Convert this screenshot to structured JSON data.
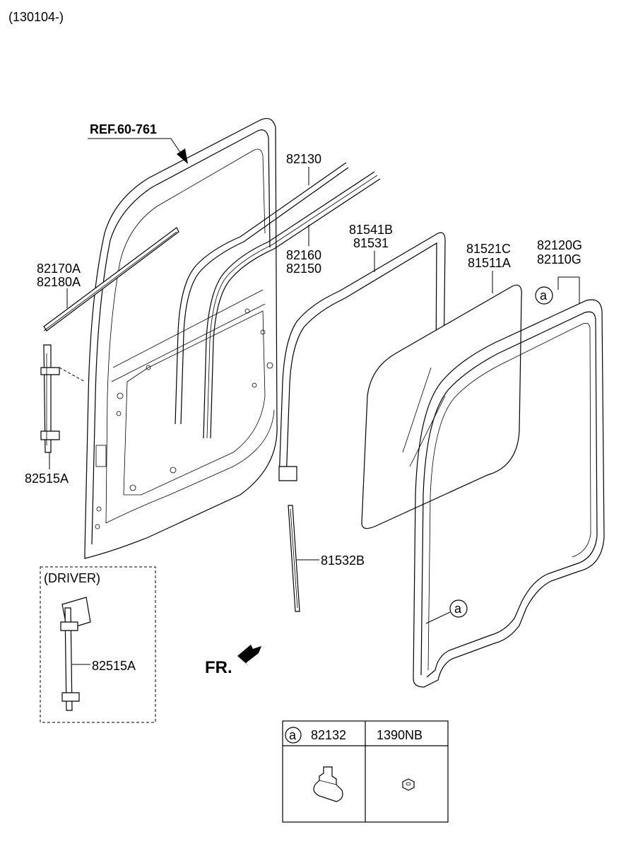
{
  "header": {
    "date_code": "(130104-)"
  },
  "references": {
    "ref_label": "REF.60-761"
  },
  "callouts": {
    "c82130": "82130",
    "c82160": "82160",
    "c82150": "82150",
    "c82170A": "82170A",
    "c82180A": "82180A",
    "c81541B": "81541B",
    "c81531": "81531",
    "c81521C": "81521C",
    "c81511A": "81511A",
    "c82120G": "82120G",
    "c82110G": "82110G",
    "c82515A": "82515A",
    "c81532B": "81532B",
    "circle_a_top": "a",
    "circle_a_side": "a"
  },
  "driver_box": {
    "title": "(DRIVER)",
    "part": "82515A"
  },
  "direction": {
    "label": "FR."
  },
  "legend_table": {
    "circle": "a",
    "col1": "82132",
    "col2": "1390NB"
  }
}
